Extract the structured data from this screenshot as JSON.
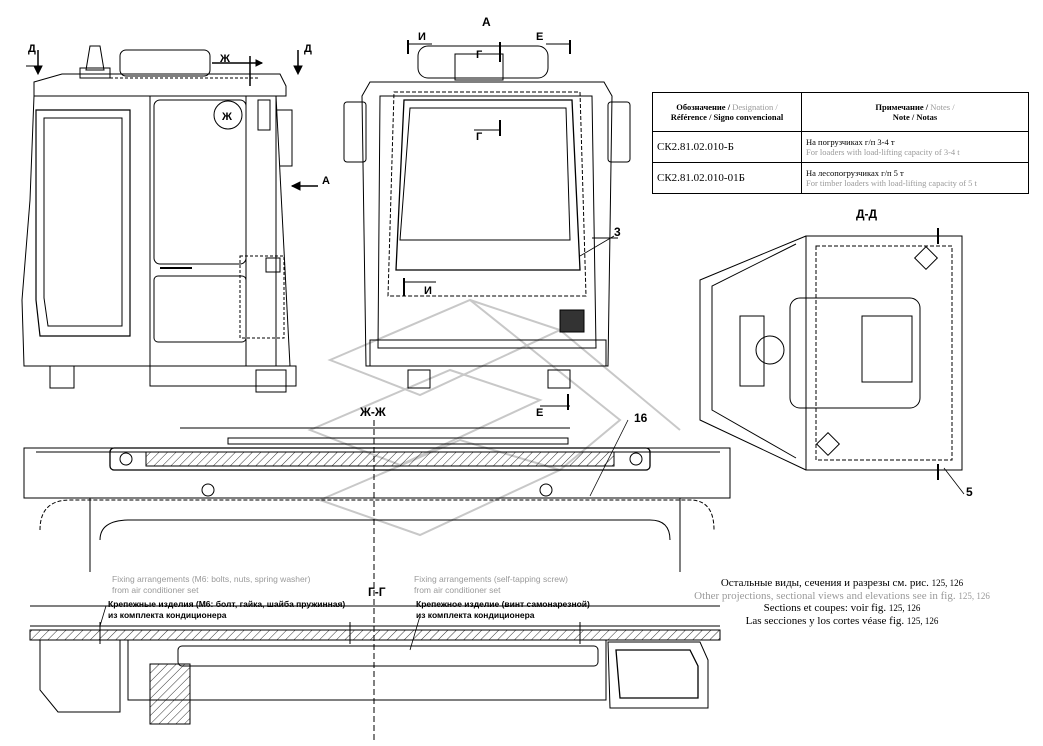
{
  "views": {
    "d_left": "Д",
    "d_right": "Д",
    "zh_top": "Ж",
    "zh_circle": "Ж",
    "a_arrow": "А",
    "a_title": "А",
    "i_top": "И",
    "i_bottom": "И",
    "e_top": "Е",
    "e_bottom": "Е",
    "g_top": "Г",
    "g_mid": "Г",
    "dd_title": "Д-Д",
    "zhzh_title": "Ж-Ж",
    "gg_title": "Г-Г"
  },
  "callouts": {
    "n3": "3",
    "n16": "16",
    "n5": "5"
  },
  "spec_table": {
    "header_col1_ru": "Обозначение /",
    "header_col1_en": "Designation /",
    "header_col1_fr_es": "Référence / Signo convencional",
    "header_col2_ru": "Примечание /",
    "header_col2_en": "Notes /",
    "header_col2_fr_es": "Note / Notas",
    "rows": [
      {
        "code": "СК2.81.02.010-Б",
        "note_ru": "На погрузчиках г/п 3-4 т",
        "note_en": "For loaders with load-lifting capacity of 3-4 t"
      },
      {
        "code": "СК2.81.02.010-01Б",
        "note_ru": "На лесопогрузчиках г/п 5 т",
        "note_en": "For timber loaders with load-lifting capacity of 5 t"
      }
    ]
  },
  "fixing": {
    "left_en_1": "Fixing arrangements (M6: bolts, nuts, spring washer)",
    "left_en_2": "from air conditioner set",
    "left_ru_1": "Крепежные изделия  (М6: болт, гайка, шайба пружинная)",
    "left_ru_2": "из комплекта кондиционера",
    "right_en_1": "Fixing arrangements (self-tapping screw)",
    "right_en_2": "from air conditioner set",
    "right_ru_1": "Крепежное изделие  (винт самонарезной)",
    "right_ru_2": "из комплекта кондиционера"
  },
  "notes": {
    "ru": "Остальные виды, сечения и разрезы см. рис.",
    "ru_fig": "125, 126",
    "en": "Other projections, sectional views and elevations see in fig.",
    "en_fig": "125, 126",
    "fr": "Sections et coupes: voir fig.",
    "fr_fig": "125, 126",
    "es": "Las secciones y los cortes véase fig.",
    "es_fig": "125, 126"
  }
}
